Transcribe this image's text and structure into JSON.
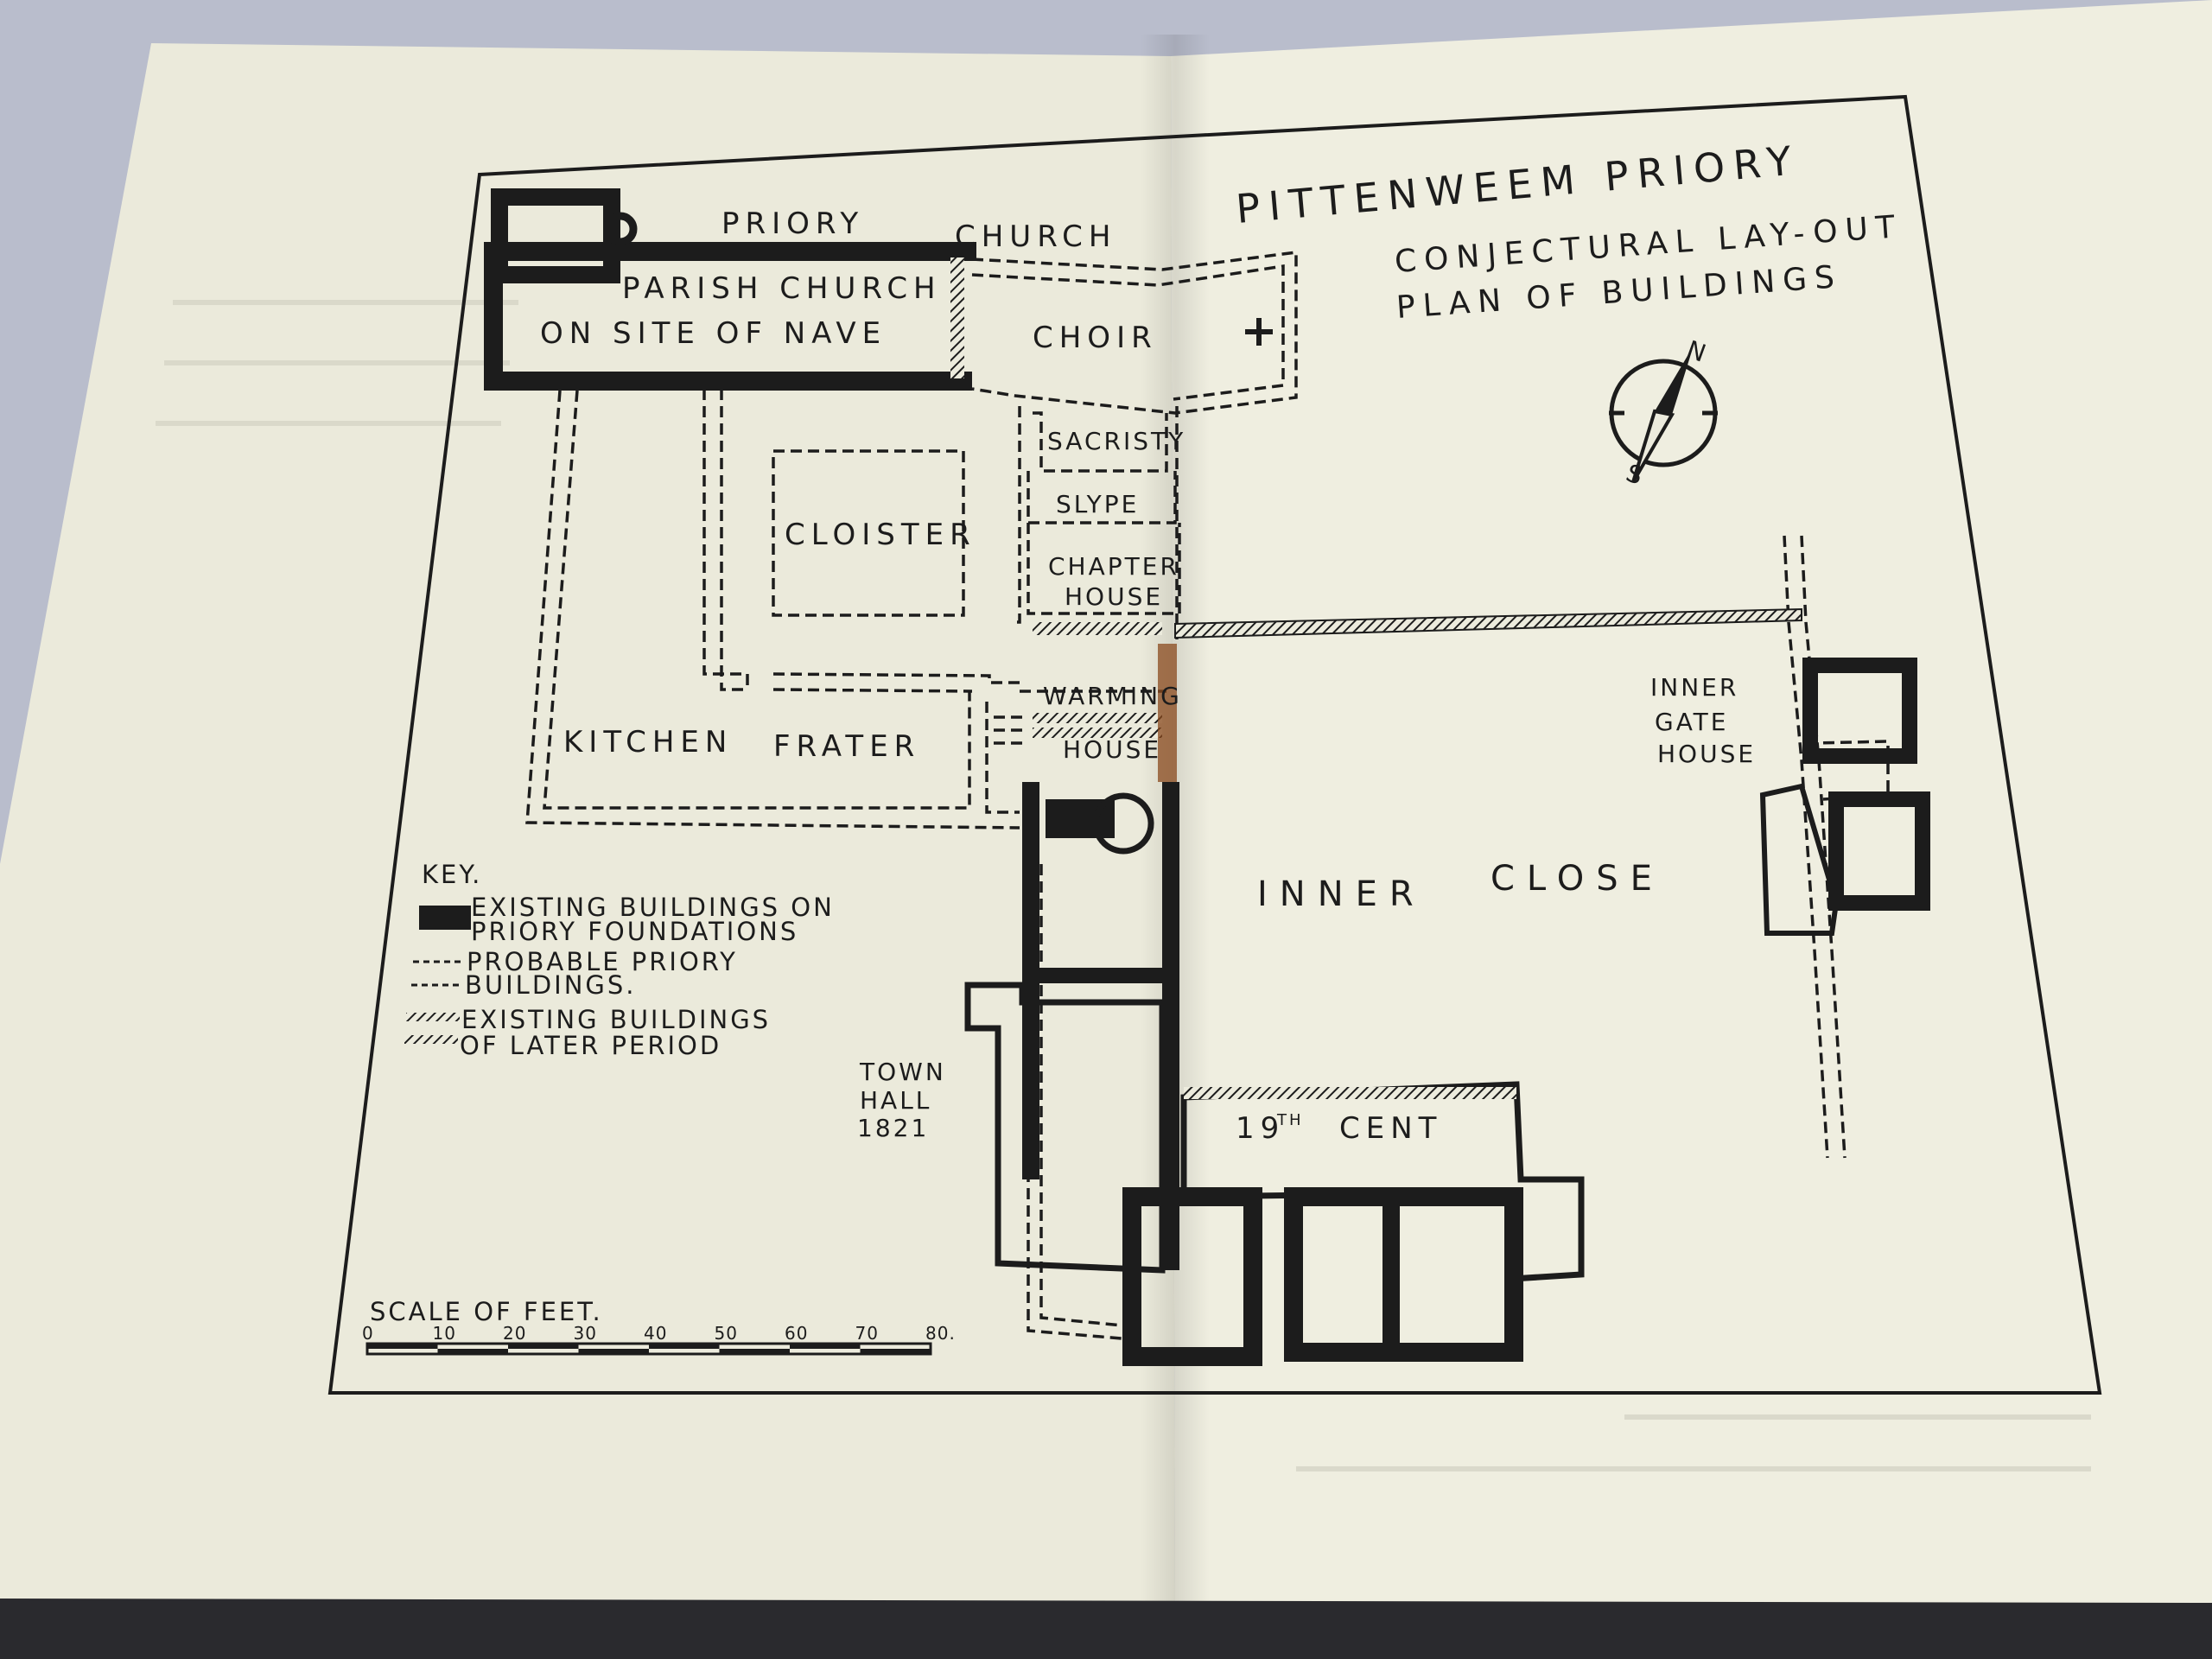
{
  "map": {
    "title": "PITTENWEEM PRIORY",
    "subtitle_line1": "CONJECTURAL  LAY-OUT",
    "subtitle_line2": "PLAN   OF   BUILDINGS",
    "labels": {
      "priory": "PRIORY",
      "church": "CHURCH",
      "parish_church_1": "PARISH CHURCH",
      "parish_church_2": "ON SITE OF NAVE",
      "choir": "CHOIR",
      "sacristy": "SACRISTY",
      "slype": "SLYPE",
      "cloister": "CLOISTER",
      "chapter_1": "CHAPTER",
      "chapter_2": "HOUSE",
      "warming_1": "WARMING",
      "warming_2": "HOUSE",
      "kitchen": "KITCHEN",
      "frater": "FRATER",
      "inner_gate_1": "INNER",
      "inner_gate_2": "GATE",
      "inner_gate_3": "HOUSE",
      "inner": "INNER",
      "close": "CLOSE",
      "town_hall_1": "TOWN",
      "town_hall_2": "HALL",
      "town_hall_3": "1821",
      "nineteenth_num": "19",
      "nineteenth_sup": "TH",
      "nineteenth_word": "CENT"
    },
    "compass": {
      "north": "N",
      "south": "S"
    },
    "key": {
      "heading": "KEY.",
      "existing_1": "EXISTING  BUILDINGS ON",
      "existing_2": "PRIORY   FOUNDATIONS",
      "probable_1": "PROBABLE   PRIORY",
      "probable_2": "BUILDINGS.",
      "later_1": "EXISTING     BUILDINGS",
      "later_2": "OF      LATER      PERIOD"
    },
    "scale": {
      "title": "SCALE OF FEET.",
      "ticks": [
        "0",
        "10",
        "20",
        "30",
        "40",
        "50",
        "60",
        "70",
        "80."
      ]
    }
  },
  "colors": {
    "background": "#b9bdcc",
    "paper": "#ecebdd",
    "ink": "#1c1c1c",
    "stain": "#8a4a1e"
  }
}
